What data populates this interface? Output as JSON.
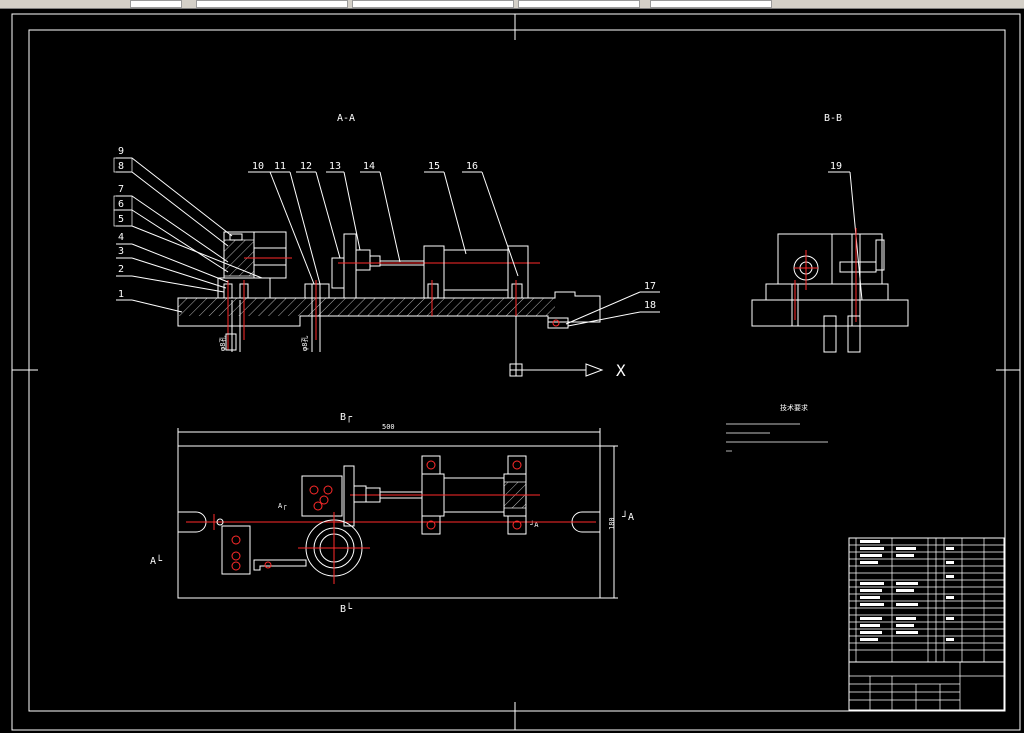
{
  "drawing": {
    "section_aa_label": "A-A",
    "section_bb_label": "B-B",
    "balloons": [
      "9",
      "8",
      "7",
      "6",
      "5",
      "4",
      "3",
      "2",
      "1",
      "10",
      "11",
      "12",
      "13",
      "14",
      "15",
      "16",
      "17",
      "18",
      "19"
    ],
    "axis_x_label": "X",
    "plan_width_dim": "500",
    "plan_height_dim": "180",
    "view_marks": {
      "b_top": "B┌",
      "b_bottom": "B└",
      "a_left": "A└",
      "a_right": "┘A",
      "a_inner_left": "A┌",
      "a_inner_right": "┘A"
    },
    "tech_title": "技术要求",
    "dia_label_1": "φ8孔",
    "dia_label_2": "φ8孔"
  }
}
